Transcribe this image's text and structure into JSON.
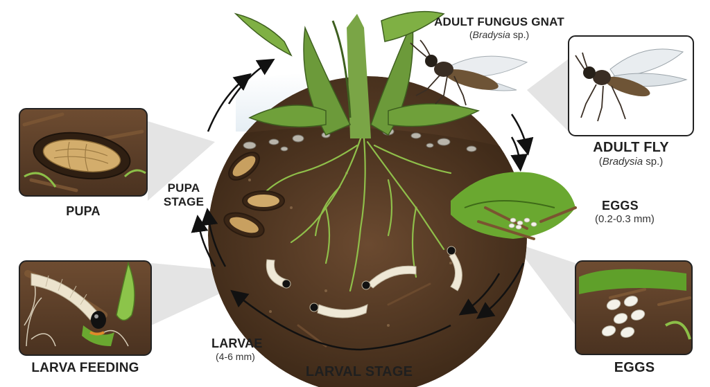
{
  "labels": {
    "adult_gnat_title": "ADULT FUNGUS GNAT",
    "adult_gnat_genus": "Bradysia",
    "adult_gnat_sp": " sp.)",
    "adult_fly_title": "ADULT FLY",
    "adult_fly_genus": "Bradysia",
    "adult_fly_sp": " sp.)",
    "eggs_title": "EGGS",
    "eggs_size": "(0.2-0.3 mm)",
    "eggs_panel_title": "EGGS",
    "larval_stage": "LARVAL STAGE",
    "larvae_title": "LARVAE",
    "larvae_size": "(4-6 mm)",
    "larva_feeding": "LARVA FEEDING",
    "pupa_stage_line1": "PUPA",
    "pupa_stage_line2": "STAGE",
    "pupa_panel_title": "PUPA",
    "open_paren": "("
  },
  "colors": {
    "soil": "#5a3e28",
    "soil_dark": "#3f2a1a",
    "leaf": "#6c9a3a",
    "root": "#8fbf4a",
    "larva": "#efe8d6",
    "pupa": "#c8a060",
    "moss": "#6aa830",
    "arrow": "#111111"
  }
}
